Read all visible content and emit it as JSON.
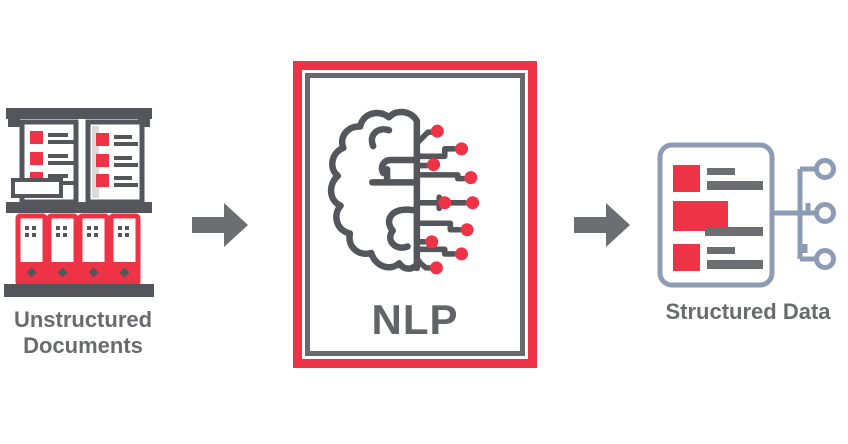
{
  "background": "#ffffff",
  "colors": {
    "red": "#ED3345",
    "dark_gray": "#54565B",
    "text_gray": "#6A6B6E",
    "blue_gray": "#8D9CB4",
    "light_gray": "#D9DADC"
  },
  "nodes": {
    "source": {
      "icon": "archive-binders-icon",
      "label_line1": "Unstructured",
      "label_line2": "Documents"
    },
    "process": {
      "icon": "brain-circuit-icon",
      "label": "NLP"
    },
    "output": {
      "icon": "document-tree-icon",
      "label": "Structured Data"
    }
  },
  "arrows": {
    "arrow1": "right-block-arrow",
    "arrow2": "right-block-arrow"
  }
}
